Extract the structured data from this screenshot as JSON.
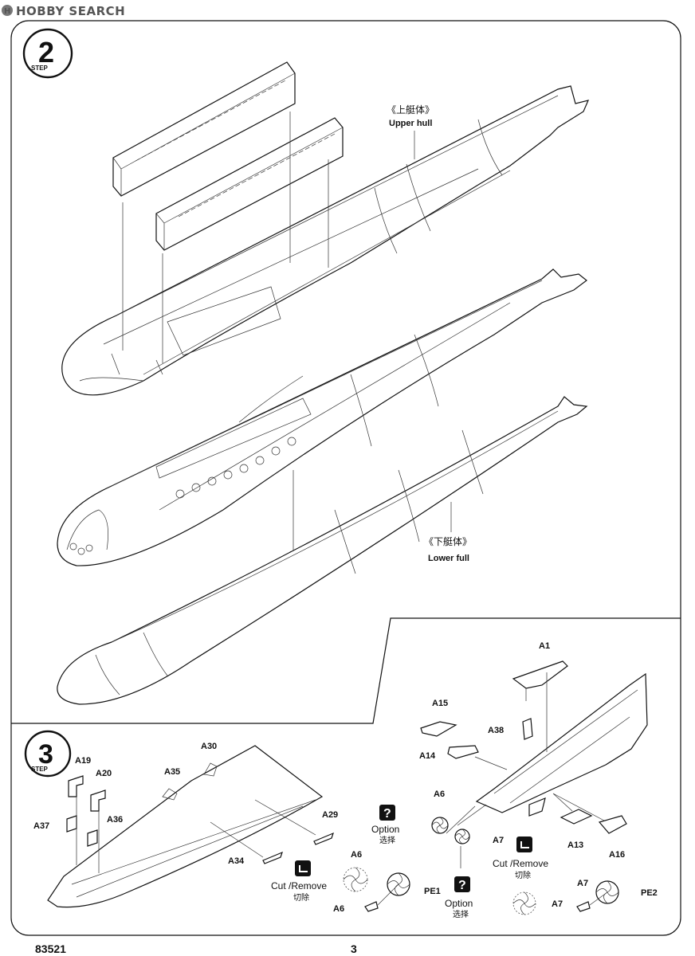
{
  "header": {
    "logo_text": "HOBBY SEARCH"
  },
  "steps": [
    {
      "label": "STEP",
      "number": "2"
    },
    {
      "label": "STEP",
      "number": "3"
    }
  ],
  "labels": {
    "upper_hull_cn": "《上艇体》",
    "upper_hull_en": "Upper hull",
    "lower_hull_cn": "《下艇体》",
    "lower_hull_en": "Lower full"
  },
  "parts": {
    "A1": "A1",
    "A15": "A15",
    "A38": "A38",
    "A14": "A14",
    "A6": "A6",
    "A7": "A7",
    "A13": "A13",
    "A16": "A16",
    "A19": "A19",
    "A20": "A20",
    "A30": "A30",
    "A35": "A35",
    "A37": "A37",
    "A36": "A36",
    "A29": "A29",
    "A34": "A34",
    "PE1": "PE1",
    "PE2": "PE2"
  },
  "notes": {
    "option_en": "Option",
    "option_cn": "选择",
    "cut_en": "Cut /Remove",
    "cut_cn": "切除"
  },
  "footer": {
    "code": "83521",
    "page": "3"
  }
}
